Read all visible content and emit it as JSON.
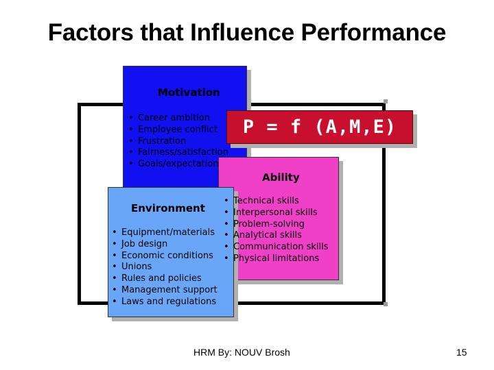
{
  "slide": {
    "title": "Factors that Influence Performance",
    "formula": "P = f (A,M,E)",
    "footer": "HRM By: NOUV Brosh",
    "page_number": "15"
  },
  "motivation": {
    "heading": "Motivation",
    "color": "#1010f0",
    "items": [
      "Career ambition",
      "Employee conflict",
      "Frustration",
      "Fairness/satisfaction",
      "Goals/expectations"
    ]
  },
  "ability": {
    "heading": "Ability",
    "color": "#f040c8",
    "items": [
      "Technical skills",
      "Interpersonal skills",
      "Problem-solving",
      "Analytical skills",
      "Communication skills",
      "Physical limitations"
    ]
  },
  "environment": {
    "heading": "Environment",
    "color": "#6aa6f8",
    "items": [
      "Equipment/materials",
      "Job design",
      "Economic conditions",
      "Unions",
      "Rules and policies",
      "Management support",
      "Laws and regulations"
    ]
  },
  "colors": {
    "formula_background": "#c8102e",
    "frame": "#000000"
  }
}
